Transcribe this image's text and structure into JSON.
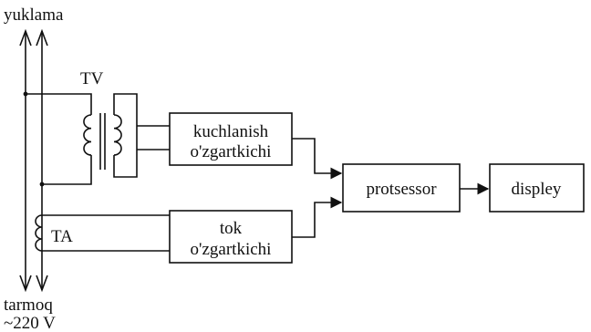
{
  "labels": {
    "load": "yuklama",
    "mains_name": "tarmoq",
    "mains_voltage": "~220 V",
    "voltage_transformer": "TV",
    "current_transformer": "TA"
  },
  "blocks": {
    "voltage_converter": [
      "kuchlanish",
      "o'zgartkichi"
    ],
    "current_converter": [
      "tok",
      "o'zgartkichi"
    ],
    "processor": "protsessor",
    "display": "displey"
  }
}
